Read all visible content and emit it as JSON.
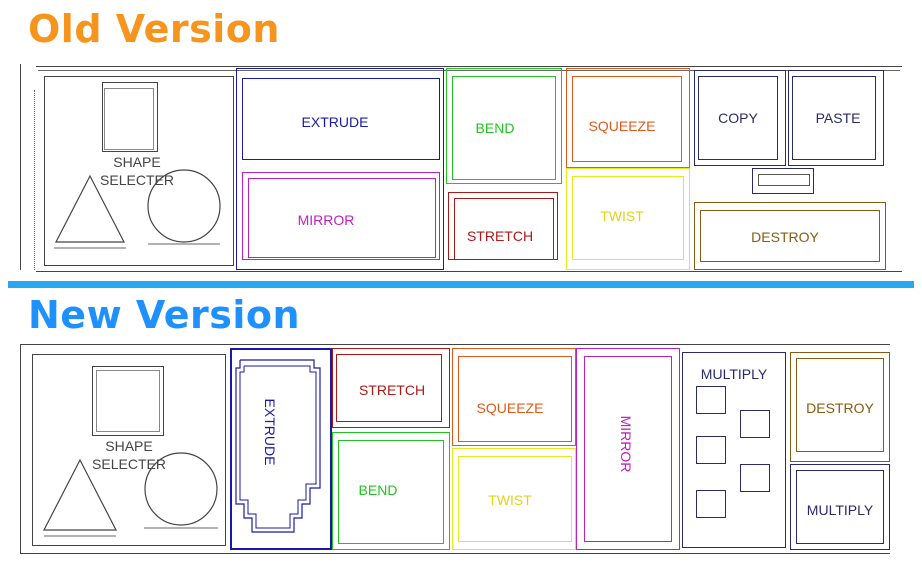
{
  "headings": {
    "old": "Old Version",
    "new": "New Version"
  },
  "colors": {
    "old_heading": "#f7941d",
    "new_heading": "#1e90ff",
    "divider": "#29a8f0",
    "gray": "#444444",
    "blue": "#1a1aa6",
    "green": "#22c422",
    "orange": "#e05a1a",
    "magenta": "#c020c0",
    "red": "#b01818",
    "yellow": "#e8e820",
    "navy": "#2a2a6a",
    "brown": "#8a5a10"
  },
  "old": {
    "shape_selector": {
      "line1": "SHAPE",
      "line2": "SELECTER"
    },
    "extrude": "EXTRUDE",
    "bend": "BEND",
    "squeeze": "SQUEEZE",
    "copy": "COPY",
    "paste": "PASTE",
    "mirror": "MIRROR",
    "stretch": "STRETCH",
    "twist": "TWIST",
    "destroy": "DESTROY"
  },
  "new": {
    "shape_selector": {
      "line1": "SHAPE",
      "line2": "SELECTER"
    },
    "extrude": "EXTRUDE",
    "stretch": "STRETCH",
    "squeeze": "SQUEEZE",
    "bend": "BEND",
    "twist": "TWIST",
    "mirror": "MIRROR",
    "multiply_top": "MULTIPLY",
    "destroy": "DESTROY",
    "multiply_bottom": "MULTIPLY"
  }
}
